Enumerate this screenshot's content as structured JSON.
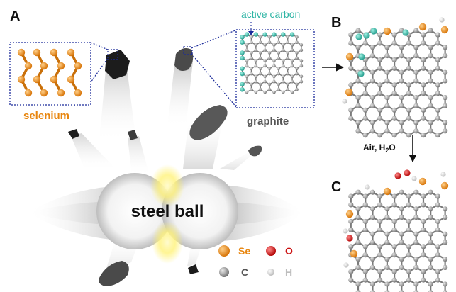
{
  "panels": {
    "a": "A",
    "b": "B",
    "c": "C"
  },
  "labels": {
    "selenium": "selenium",
    "graphite": "graphite",
    "active_carbon": "active carbon",
    "steel_ball": "steel ball",
    "condition_main": "Air, H",
    "condition_sub": "2",
    "condition_tail": "O"
  },
  "legend": [
    {
      "symbol": "Se",
      "color": "#e8860f"
    },
    {
      "symbol": "O",
      "color": "#cc1111"
    },
    {
      "symbol": "C",
      "color": "#555555"
    },
    {
      "symbol": "H",
      "color": "#cfcfcf"
    }
  ],
  "colors": {
    "selenium": "#e8860f",
    "active_carbon": "#2fb5a5",
    "carbon": "#8c8c8c",
    "oxygen": "#cc1111",
    "hydrogen": "#e8e8e8",
    "zoom_box": "#1a2a9a",
    "spark": "#fff27a"
  },
  "icons": {
    "arrow_right": "arrow-right-icon",
    "arrow_down": "arrow-down-icon"
  }
}
